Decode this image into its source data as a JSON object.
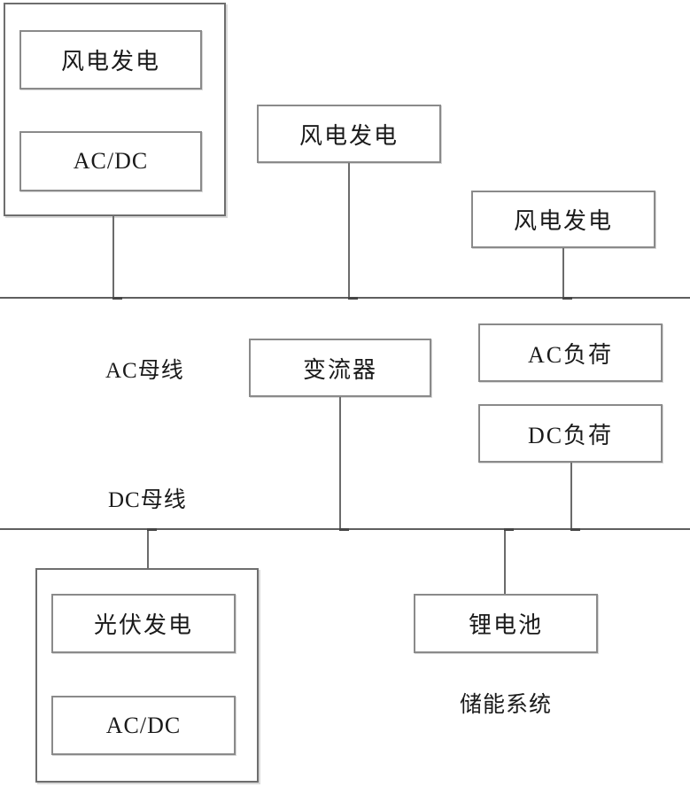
{
  "diagram": {
    "wind_group_1": {
      "generator_label": "风电发电",
      "converter_label": "AC/DC"
    },
    "wind_generator_2_label": "风电发电",
    "wind_generator_3_label": "风电发电",
    "ac_bus_label": "AC母线",
    "converter_label": "变流器",
    "ac_load_label": "AC负荷",
    "dc_load_label": "DC负荷",
    "dc_bus_label": "DC母线",
    "pv_group": {
      "generator_label": "光伏发电",
      "converter_label": "AC/DC"
    },
    "battery_label": "锂电池",
    "storage_system_label": "储能系统",
    "colors": {
      "box_border": "#8a8a8a",
      "bus_line": "#5f5f5f",
      "text": "#1a1a1a",
      "background": "#ffffff"
    }
  }
}
